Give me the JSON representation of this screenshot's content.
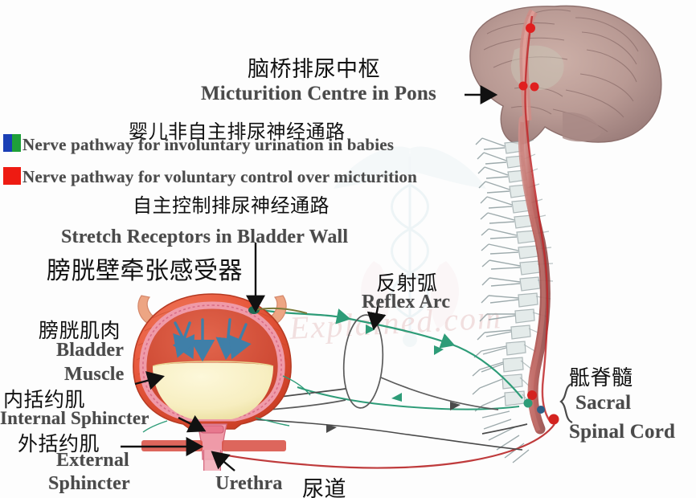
{
  "diagram": {
    "title_cn": "脑桥排尿中枢",
    "title_en": "Micturition Centre in Pons",
    "watermark": "Explained.com"
  },
  "legend": {
    "items": [
      {
        "cn": "婴儿非自主排尿神经通路",
        "en": "Nerve pathway for involuntary urination in babies",
        "swatch_type": "split",
        "color_left": "#1a3fb5",
        "color_right": "#1fa03a"
      },
      {
        "cn": "自主控制排尿神经通路",
        "en": "Nerve pathway for voluntary control over micturition",
        "swatch_type": "solid",
        "color_left": "#ee1b12",
        "color_right": "#ee1b12"
      }
    ]
  },
  "labels": {
    "stretch_receptors": {
      "en": "Stretch Receptors in Bladder Wall",
      "cn": "膀胱壁牵张感受器"
    },
    "bladder_muscle": {
      "en_line1": "Bladder",
      "en_line2": "Muscle",
      "cn": "膀胱肌肉"
    },
    "internal_sphincter": {
      "en": "Internal Sphincter",
      "cn": "内括约肌"
    },
    "external_sphincter": {
      "en_line1": "External",
      "en_line2": "Sphincter",
      "cn": "外括约肌"
    },
    "urethra": {
      "en": "Urethra",
      "cn": "尿道"
    },
    "reflex_arc": {
      "en": "Reflex Arc",
      "cn": "反射弧"
    },
    "sacral_spinal_cord": {
      "en_line1": "Sacral",
      "en_line2": "Spinal Cord",
      "cn": "骶脊髓"
    }
  },
  "colors": {
    "bladder_muscle_outer": "#e8583c",
    "bladder_muscle_outer_dark": "#cf4026",
    "bladder_lining": "#ef9aa8",
    "bladder_inner_cavity": "#d8503a",
    "urine": "#f7eec0",
    "urine_edge": "#efe09a",
    "stretch_arrow": "#3f7fa8",
    "brain": "#b99a94",
    "spinal_cord_red": "#b85550",
    "vertebrae": "#9aa7a9",
    "nerve_green": "#2e9c78",
    "nerve_red": "#c0282a",
    "nerve_grey": "#5b5b5b",
    "leader_line": "#111111"
  }
}
